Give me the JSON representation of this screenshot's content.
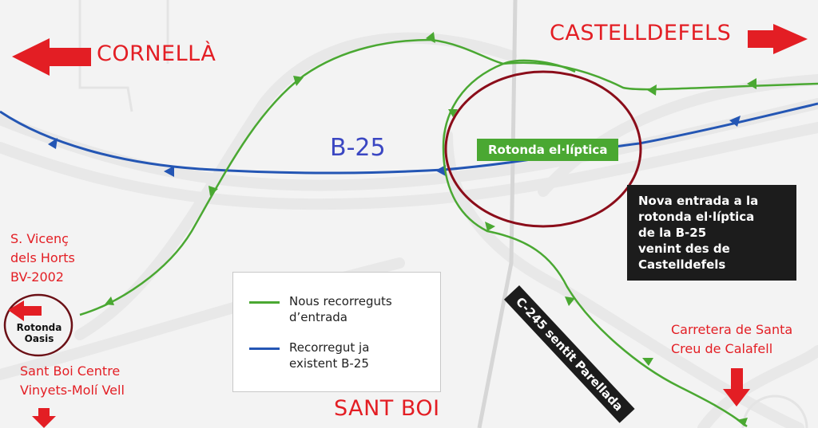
{
  "map": {
    "destinations": {
      "top_left": "CORNELLÀ",
      "top_right": "CASTELLDEFELS",
      "bottom_center": "SANT BOI",
      "left_upper": [
        "S. Vicenç",
        "dels Horts",
        "BV-2002"
      ],
      "left_lower": [
        "Sant Boi Centre",
        "Vinyets-Molí Vell"
      ],
      "right_lower": [
        "Carretera de Santa",
        "Creu de Calafell"
      ]
    },
    "road_label": "B-25",
    "roundabouts": {
      "elliptical": "Rotonda el·líptica",
      "oasis": [
        "Rotonda",
        "Oasis"
      ]
    },
    "callout": [
      "Nova entrada a la",
      "rotonda el·líptica",
      "de la B-25",
      "venint des de",
      "Castelldefels"
    ],
    "diagonal_label": "C-245 sentit Parellada",
    "icons": {
      "left_arrow": "arrow-left-icon",
      "right_arrow": "arrow-right-icon",
      "down_arrow": "arrow-down-icon"
    }
  },
  "legend": {
    "items": [
      {
        "label_lines": [
          "Nous recorreguts",
          "d’entrada"
        ],
        "color": "#4aa832"
      },
      {
        "label_lines": [
          "Recorregut ja",
          "existent B-25"
        ],
        "color": "#2456b4"
      }
    ]
  },
  "colors": {
    "new_routes": "#4aa832",
    "existing_route": "#2456b4",
    "highlight_circle": "#8b0d1a",
    "destination_text": "#e31e24",
    "road_label": "#3a46c2"
  }
}
